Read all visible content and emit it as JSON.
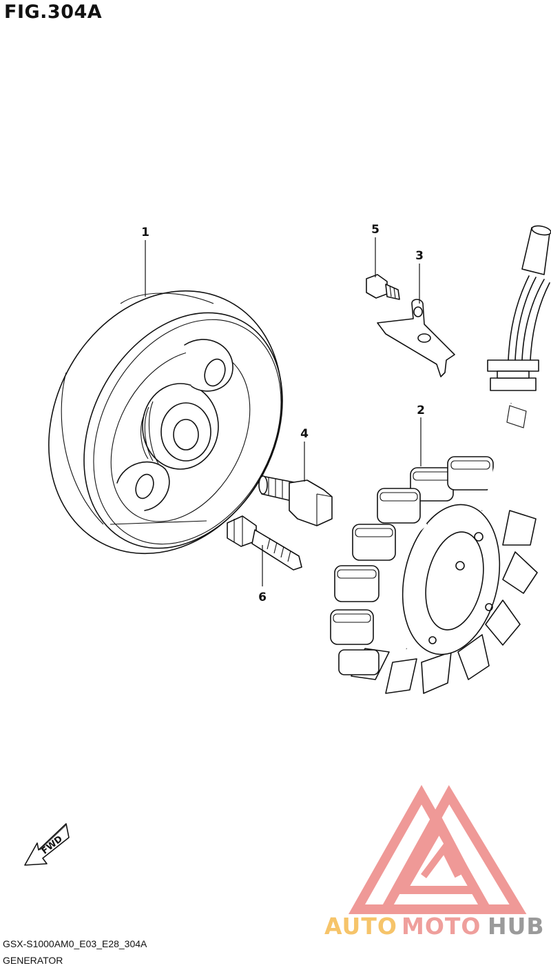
{
  "figure": {
    "title": "FIG.304A",
    "code": "GSX-S1000AM0_E03_E28_304A",
    "name": "GENERATOR"
  },
  "callouts": [
    {
      "id": "1",
      "part": "rotor"
    },
    {
      "id": "2",
      "part": "stator"
    },
    {
      "id": "3",
      "part": "clamp"
    },
    {
      "id": "4",
      "part": "rotor-bolt"
    },
    {
      "id": "5",
      "part": "clamp-bolt"
    },
    {
      "id": "6",
      "part": "stator-bolt"
    }
  ],
  "direction": {
    "label": "FWD",
    "icon": "fwd-arrow-icon"
  },
  "watermark": {
    "brand_parts": [
      "AUTO",
      "MOTO",
      "HUB"
    ],
    "colors": {
      "auto": "#f6c46a",
      "moto": "#ef9f9c",
      "hub": "#9a9a9a",
      "logo": "#ee8f8c"
    }
  }
}
